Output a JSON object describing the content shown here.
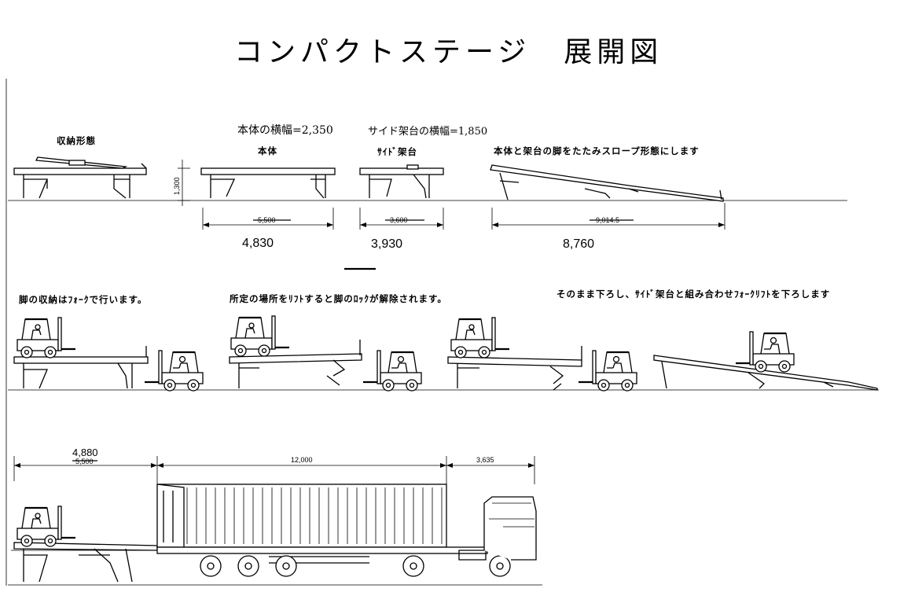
{
  "title": "コンパクトステージ　展開図",
  "notes": {
    "body_width": "本体の横幅=2,350",
    "side_width": "サイド架台の横幅=1,850"
  },
  "labels": {
    "storage": "収納形態",
    "body": "本体",
    "side_frame": "ｻｲﾄﾞ架台",
    "slope_note": "本体と架台の脚をたたみスロープ形態にします",
    "height": "1,300"
  },
  "dimensions": {
    "body_old": "5,500",
    "side_old": "3,600",
    "slope_old": "9,014.5",
    "body_new": "4,830",
    "side_new": "3,930",
    "slope_new": "8,760"
  },
  "steps": {
    "step1": "脚の収納はﾌｫｰｸで行います。",
    "step2": "所定の場所をﾘﾌﾄすると脚のﾛｯｸが解除されます。",
    "step3": "そのまま下ろし、ｻｲﾄﾞ架台と組み合わせﾌｫｰｸﾘﾌﾄを下ろします"
  },
  "bottom": {
    "dim_ramp_new": "4,880",
    "dim_ramp_old": "5,500",
    "dim_container": "12,000",
    "dim_cab": "3,635"
  }
}
